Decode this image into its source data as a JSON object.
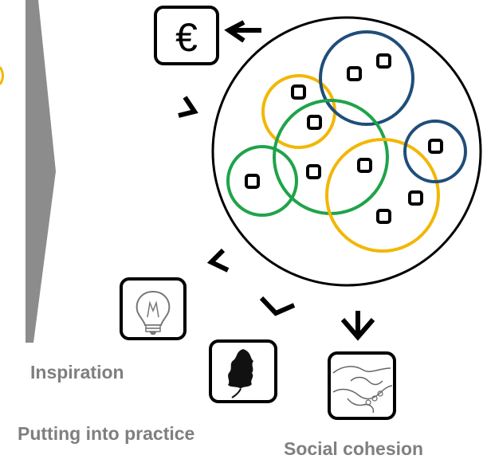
{
  "labels": {
    "inspiration": "Inspiration",
    "putting_into_practice": "Putting into practice",
    "social_cohesion": "Social cohesion"
  },
  "icons": {
    "money": "euro-icon",
    "inspiration": "light-bulb-icon",
    "practice": "oak-leaf-icon",
    "cohesion": "handshake-icon",
    "currency_symbol": "€"
  },
  "colors": {
    "text": "#7f7f7f",
    "outline": "#000000",
    "chevron_arrow": "#8c8c8c",
    "circle_yellow": "#f2b705",
    "circle_green": "#1fa34a",
    "circle_blue": "#1f4e79"
  }
}
